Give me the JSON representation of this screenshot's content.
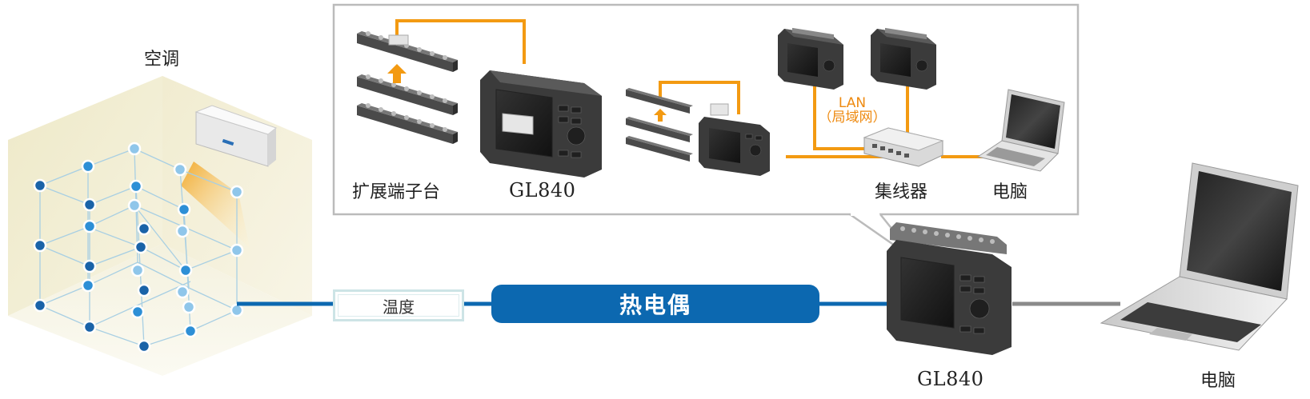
{
  "labels": {
    "ac": "空调",
    "terminal": "扩展端子台",
    "gl840_top": "GL840",
    "hub": "集线器",
    "pc_top": "电脑",
    "lan_line1": "LAN",
    "lan_line2": "（局域网）",
    "temperature": "温度",
    "thermocouple": "热电偶",
    "gl840_bottom": "GL840",
    "pc_bottom": "电脑"
  },
  "colors": {
    "orange": "#f39a12",
    "blue": "#0c68b0",
    "node_dark": "#1a63a8",
    "node_light": "#8fc6ea",
    "device_dark": "#3b3b3b",
    "callout_border": "#bbbbbb"
  }
}
